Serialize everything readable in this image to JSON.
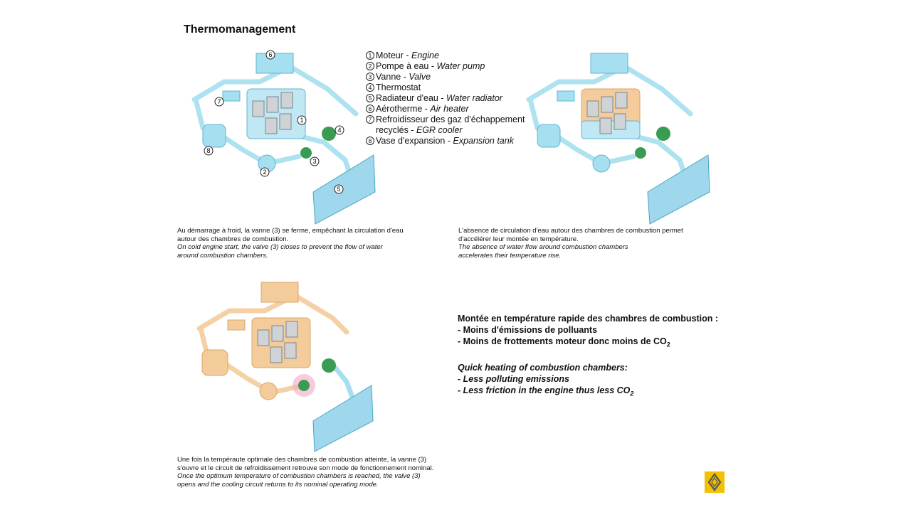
{
  "title": "Thermomanagement",
  "legend": [
    {
      "num": "1",
      "fr": "Moteur - ",
      "en": "Engine"
    },
    {
      "num": "2",
      "fr": "Pompe à eau - ",
      "en": "Water pump"
    },
    {
      "num": "3",
      "fr": "Vanne - ",
      "en": "Valve"
    },
    {
      "num": "4",
      "fr": "Thermostat",
      "en": ""
    },
    {
      "num": "5",
      "fr": "Radiateur d'eau - ",
      "en": "Water radiator"
    },
    {
      "num": "6",
      "fr": "Aérotherme - ",
      "en": "Air heater"
    },
    {
      "num": "7",
      "fr": "Refroidisseur des gaz d'échappement",
      "en": ""
    },
    {
      "num": "",
      "fr": "recyclés - ",
      "en": "EGR cooler"
    },
    {
      "num": "8",
      "fr": "Vase d'expansion - ",
      "en": "Expansion tank"
    }
  ],
  "diagram_labels": [
    "1",
    "2",
    "3",
    "4",
    "5",
    "6",
    "7",
    "8"
  ],
  "captions": {
    "c1": {
      "fr1": "Au démarrage à froid, la vanne (3) se ferme, empêchant la circulation d'eau",
      "fr2": "autour des chambres de combustion.",
      "en1": "On cold engine start, the valve (3) closes to prevent the flow of water",
      "en2": "around combustion chambers."
    },
    "c2": {
      "fr1": "L'absence de circulation d'eau autour des chambres de combustion permet",
      "fr2": "d'accélérer leur montée en température.",
      "en1": "The absence of water flow around combustion chambers",
      "en2": "accelerates their temperature rise."
    },
    "c3": {
      "fr1": "Une fois la tempéraute optimale des chambres de combustion atteinte, la vanne (3)",
      "fr2": "s'ouvre et le circuit de refroidissement retrouve son mode de fonctionnement nominal.",
      "en1": "Once the optimum temperature of combustion chambers is reached, the valve (3)",
      "en2": "opens and the cooling circuit returns to its nominal operating mode."
    }
  },
  "summary": {
    "fr_title": "Montée en température rapide des chambres de combustion :",
    "fr_l1": "- Moins d'émissions de polluants",
    "fr_l2": "- Moins de frottements moteur donc moins de CO",
    "fr_l2_sub": "2",
    "en_title": "Quick heating of combustion chambers:",
    "en_l1": "- Less polluting emissions",
    "en_l2": "- Less friction in the engine thus less CO",
    "en_l2_sub": "2"
  },
  "colors": {
    "cold": "#a6dff0",
    "cold_stroke": "#5fb4cf",
    "hot": "#f4cc9c",
    "hot_stroke": "#d9a56a",
    "radiator": "#9fd8ec",
    "thermostat": "#3a9c52",
    "logo_yellow": "#f2c200"
  }
}
